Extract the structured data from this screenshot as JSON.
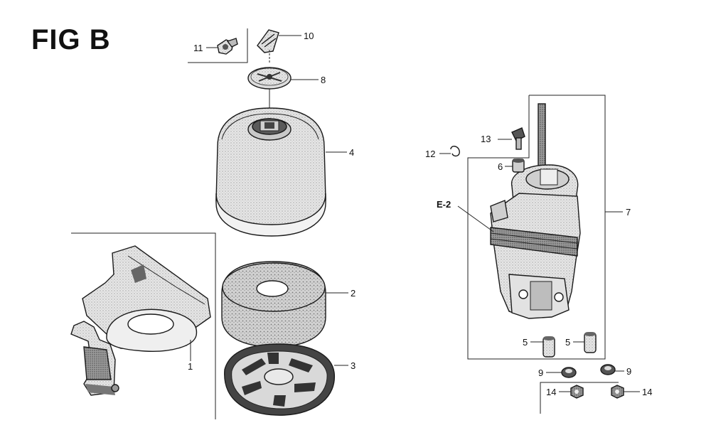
{
  "figure": {
    "title": "FIG B"
  },
  "callouts": {
    "p1": "1",
    "p2": "2",
    "p3": "3",
    "p4": "4",
    "p5a": "5",
    "p5b": "5",
    "p6": "6",
    "p7": "7",
    "p8": "8",
    "p9a": "9",
    "p9b": "9",
    "p10": "10",
    "p11": "11",
    "p12": "12",
    "p13": "13",
    "p14a": "14",
    "p14b": "14",
    "ref_e2": "E-2"
  }
}
